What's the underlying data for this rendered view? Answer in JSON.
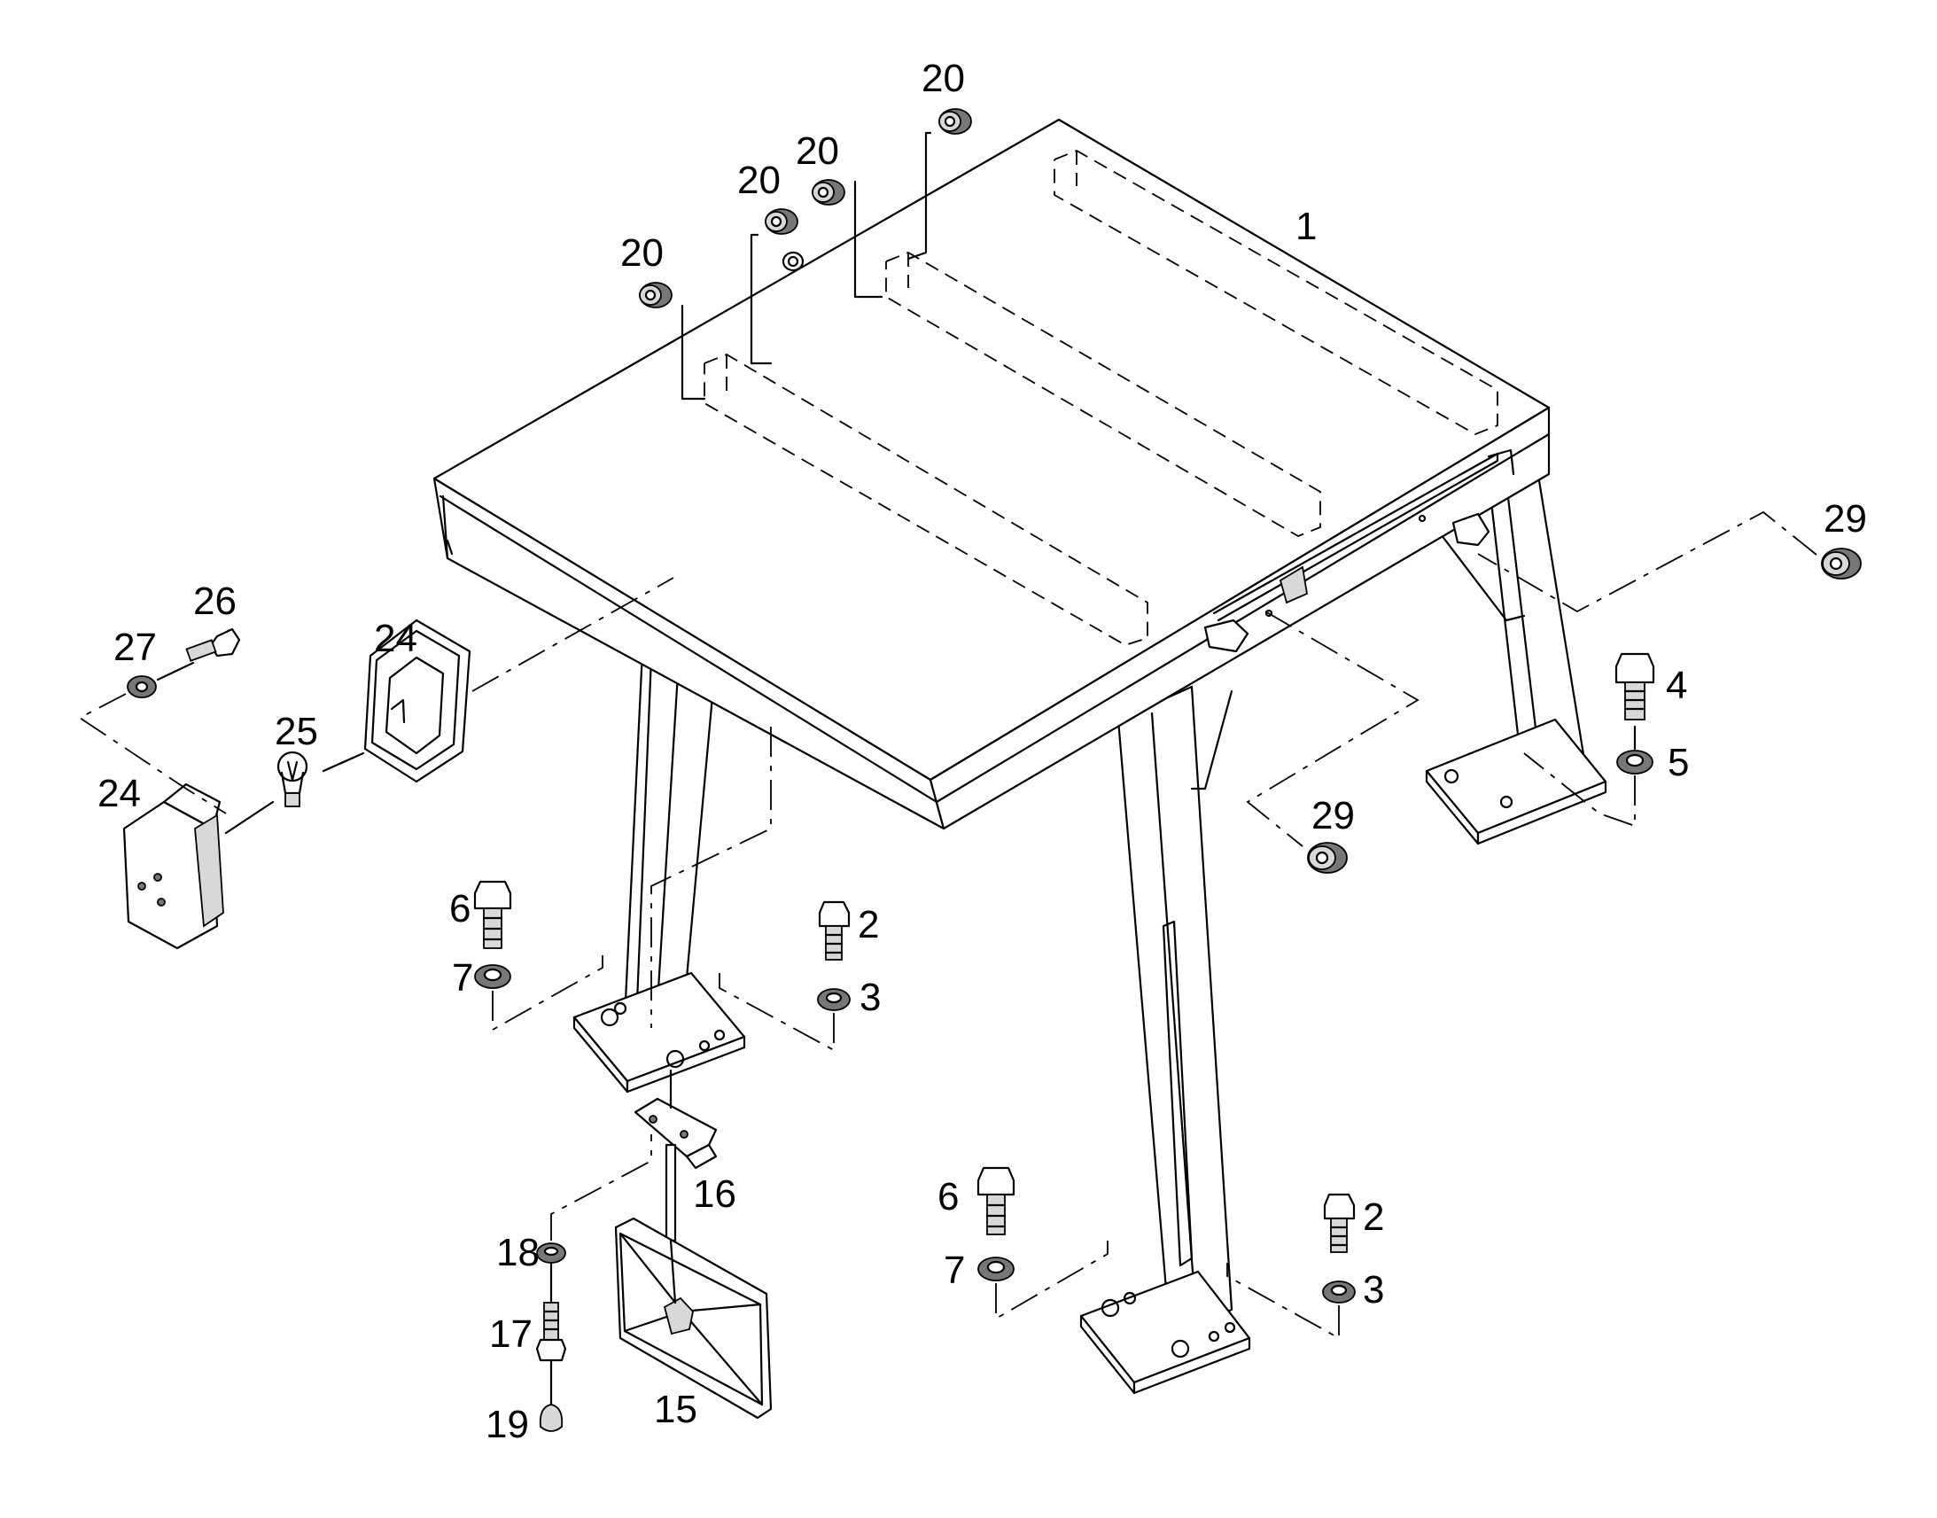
{
  "diagram": {
    "callouts": [
      {
        "id": "c1",
        "label": "1"
      },
      {
        "id": "c20a",
        "label": "20"
      },
      {
        "id": "c20b",
        "label": "20"
      },
      {
        "id": "c20c",
        "label": "20"
      },
      {
        "id": "c20d",
        "label": "20"
      },
      {
        "id": "c29a",
        "label": "29"
      },
      {
        "id": "c29b",
        "label": "29"
      },
      {
        "id": "c4",
        "label": "4"
      },
      {
        "id": "c5",
        "label": "5"
      },
      {
        "id": "c26",
        "label": "26"
      },
      {
        "id": "c27",
        "label": "27"
      },
      {
        "id": "c24a",
        "label": "24"
      },
      {
        "id": "c24b",
        "label": "24"
      },
      {
        "id": "c25",
        "label": "25"
      },
      {
        "id": "c6a",
        "label": "6"
      },
      {
        "id": "c7a",
        "label": "7"
      },
      {
        "id": "c2a",
        "label": "2"
      },
      {
        "id": "c3a",
        "label": "3"
      },
      {
        "id": "c16",
        "label": "16"
      },
      {
        "id": "c18",
        "label": "18"
      },
      {
        "id": "c17",
        "label": "17"
      },
      {
        "id": "c19",
        "label": "19"
      },
      {
        "id": "c15",
        "label": "15"
      },
      {
        "id": "c6b",
        "label": "6"
      },
      {
        "id": "c7b",
        "label": "7"
      },
      {
        "id": "c2b",
        "label": "2"
      },
      {
        "id": "c3b",
        "label": "3"
      }
    ]
  }
}
